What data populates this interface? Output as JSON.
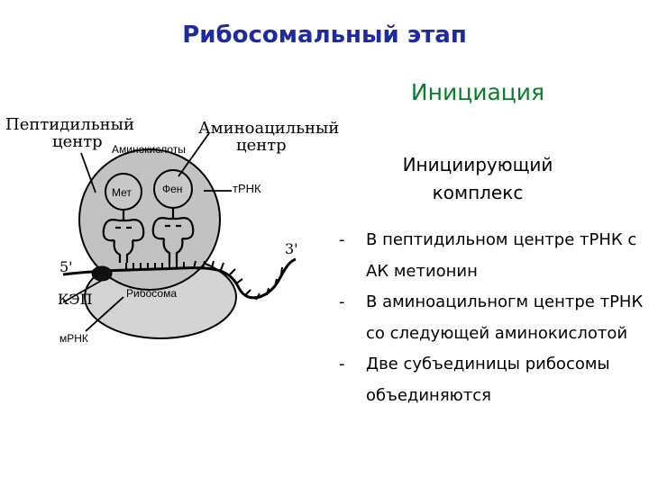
{
  "slide": {
    "title": "Рибосомальный этап",
    "subtitle": "Инициация",
    "complex_heading": [
      "Инициирующий",
      "комплекс"
    ],
    "bullets": [
      "В пептидильном центре тРНК с АК метионин",
      "В аминоацильногм центре тРНК со следующей аминокислотой",
      "Две субъединицы рибосомы объединяются"
    ]
  },
  "diagram": {
    "label_peptidyl": [
      "Пептидильный",
      "центр"
    ],
    "label_aminoacyl": [
      "Аминоацильный",
      "центр"
    ],
    "label_amino_acids": "Аминокислоты",
    "label_met": "Мет",
    "label_phe": "Фен",
    "label_trna": "тРНК",
    "label_3prime": "3'",
    "label_5prime": "5'",
    "label_cap": "КЭП",
    "label_ribosome": "Рибосома",
    "label_mrna": "мРНК"
  }
}
